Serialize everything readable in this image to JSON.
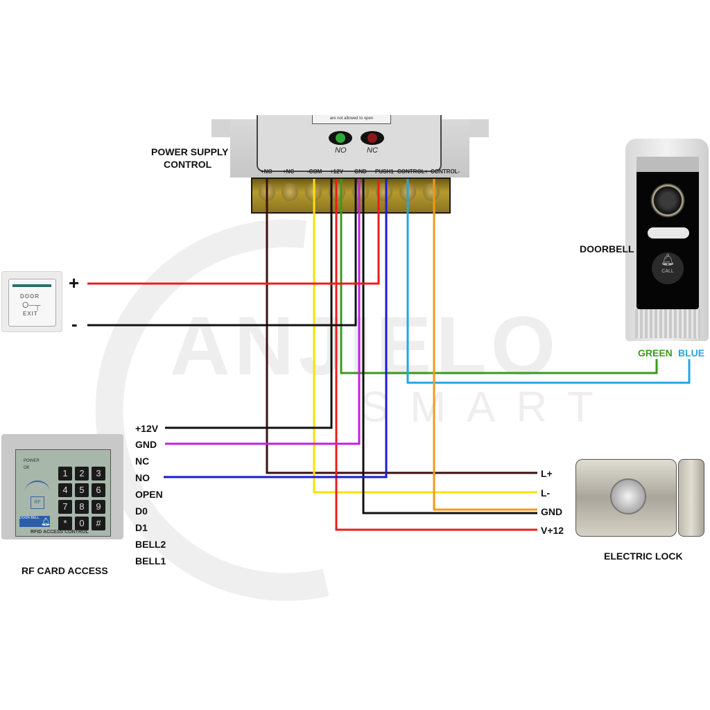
{
  "watermark": {
    "brand": "ANJIELO",
    "sub": "SMART"
  },
  "power_supply": {
    "title_line1": "POWER SUPPLY",
    "title_line2": "CONTROL",
    "notice": "are not allowed to open",
    "leds": [
      {
        "label": "NO",
        "color": "#2fa83a"
      },
      {
        "label": "NC",
        "color": "#8a1a1a"
      }
    ],
    "terminals": [
      "+NO",
      "+NC",
      "-COM",
      "+12V",
      "GND",
      "PUSH1",
      "CONTROL+",
      "CONTROL-"
    ]
  },
  "exit_button": {
    "text_top": "DOOR",
    "text_bottom": "EXIT",
    "plus": "+",
    "minus": "-"
  },
  "rf_card": {
    "title": "RF CARD ACCESS",
    "panel_label": "RFID ACCESS CONTROL",
    "indicators": [
      "POWER",
      "OK"
    ],
    "rf_badge": "RF",
    "bell_text": "DOOR BELL",
    "keys": [
      "1",
      "2",
      "3",
      "4",
      "5",
      "6",
      "7",
      "8",
      "9",
      "*",
      "0",
      "#"
    ],
    "pins": [
      "+12V",
      "GND",
      "NC",
      "NO",
      "OPEN",
      "D0",
      "D1",
      "BELL2",
      "BELL1"
    ]
  },
  "doorbell": {
    "title": "DOORBELL",
    "call_text": "CALL",
    "wire_labels": [
      {
        "text": "GREEN",
        "color": "#3a9a1c"
      },
      {
        "text": "BLUE",
        "color": "#1ea7e6"
      }
    ]
  },
  "electric_lock": {
    "title": "ELECTRIC LOCK",
    "pins": [
      "L+",
      "L-",
      "GND",
      "V+12"
    ]
  },
  "wire_colors": {
    "brown": "#3a1010",
    "yellow": "#ffe000",
    "black": "#111111",
    "red": "#ee1c1c",
    "green": "#3a9a1c",
    "purple": "#c41ee0",
    "blue": "#1a1ad8",
    "cyan": "#1ea7e6",
    "orange": "#f49a12"
  }
}
